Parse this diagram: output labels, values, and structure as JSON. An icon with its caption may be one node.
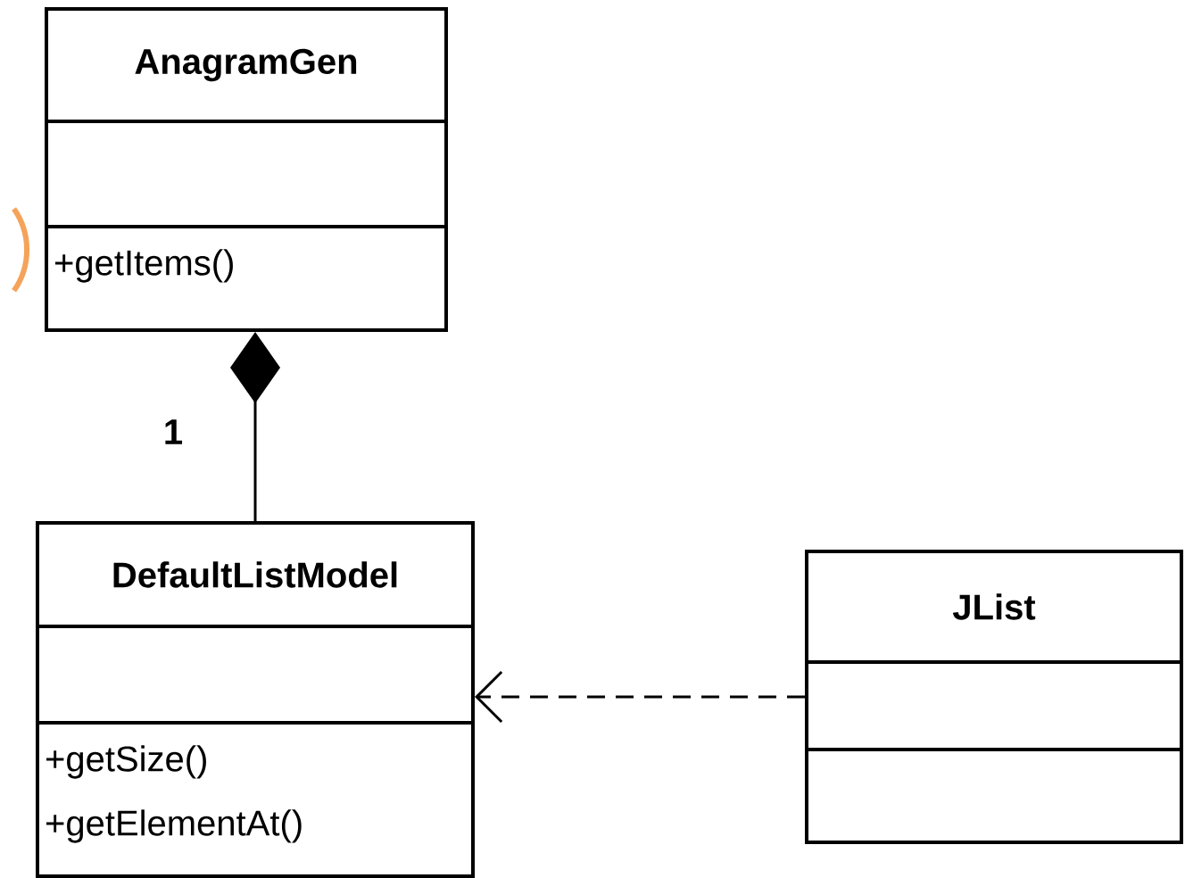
{
  "diagram": {
    "nodes": [
      {
        "text": [
          "AnagramGen",
          "+getItems()"
        ]
      },
      {
        "text": [
          "DefaultListModel",
          "+getSize()",
          "+getElementAt()"
        ]
      },
      {
        "text": [
          "JList"
        ]
      }
    ],
    "edges": [
      {
        "from": 1,
        "to": 0,
        "arrow": "other",
        "label": "1"
      },
      {
        "from": 2,
        "to": 1,
        "arrow": "to",
        "style": "dashed"
      }
    ]
  }
}
